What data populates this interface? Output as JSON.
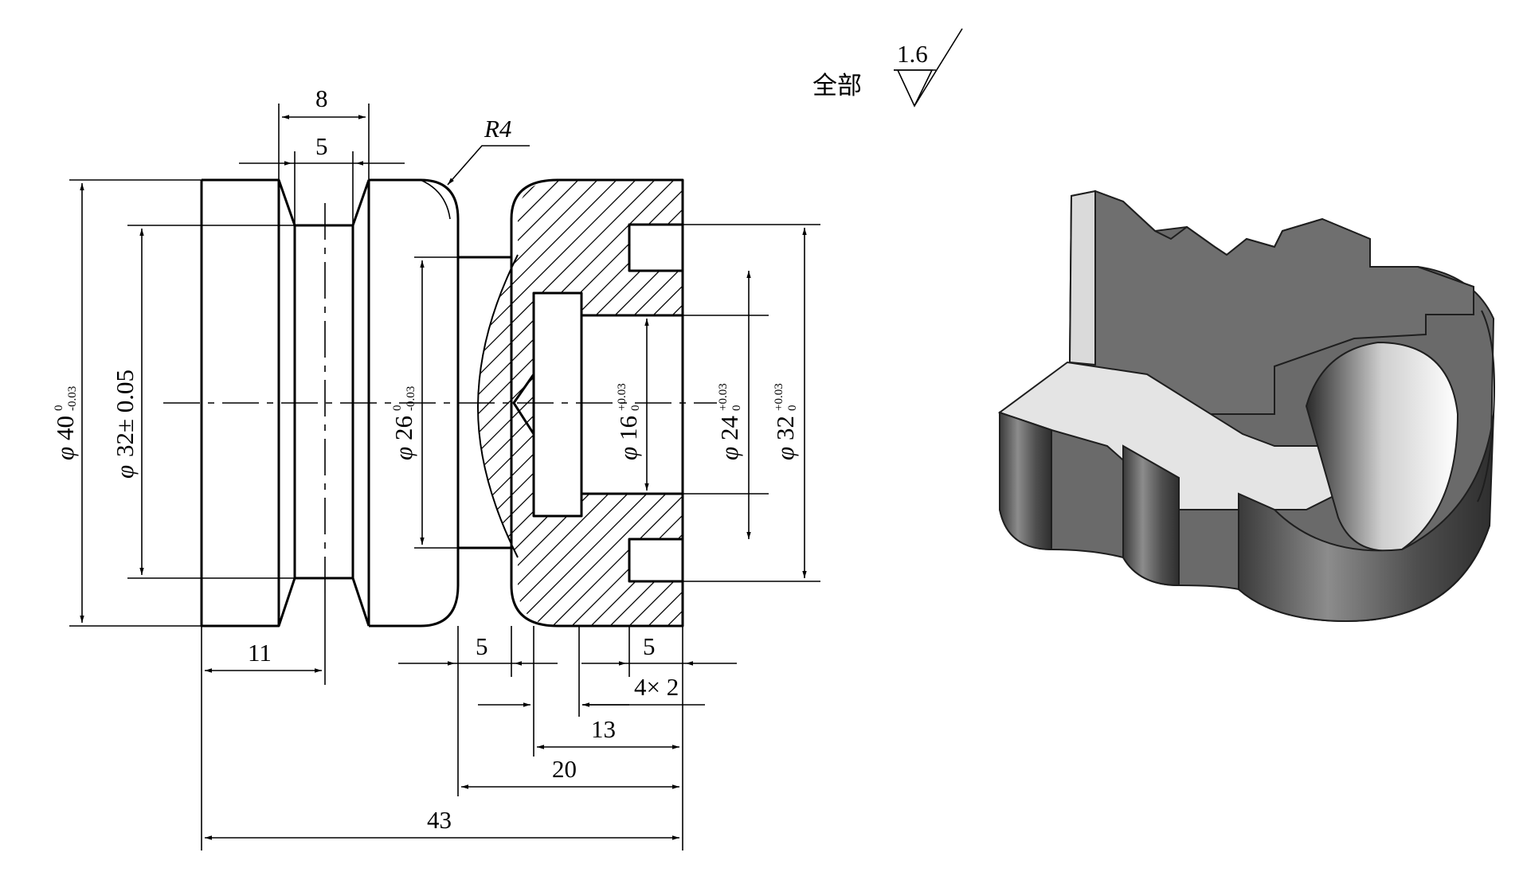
{
  "surface_note": {
    "prefix": "全部",
    "roughness_value": "1.6"
  },
  "callout_radius": "R4",
  "diameter_symbol": "φ",
  "diameters": {
    "d40": {
      "main": "40",
      "upper": "0",
      "lower": "-0.03"
    },
    "d32pm": {
      "main": "32± 0.05"
    },
    "d26": {
      "main": "26",
      "upper": "0",
      "lower": "-0.03"
    },
    "d16": {
      "main": "16",
      "upper": "+0.03",
      "lower": "0"
    },
    "d24": {
      "main": "24",
      "upper": "+0.03",
      "lower": "0"
    },
    "d32": {
      "main": "32",
      "upper": "+0.03",
      "lower": "0"
    }
  },
  "lengths": {
    "l8": "8",
    "l5_top": "5",
    "l11": "11",
    "l5_left": "5",
    "l5_right": "5",
    "groove": "4× 2",
    "l13": "13",
    "l20": "20",
    "l43": "43"
  },
  "colors": {
    "line": "#000000",
    "body_dark": "#5a5a5a",
    "body_mid": "#7a7a7a",
    "face_light": "#e6e6e6"
  }
}
